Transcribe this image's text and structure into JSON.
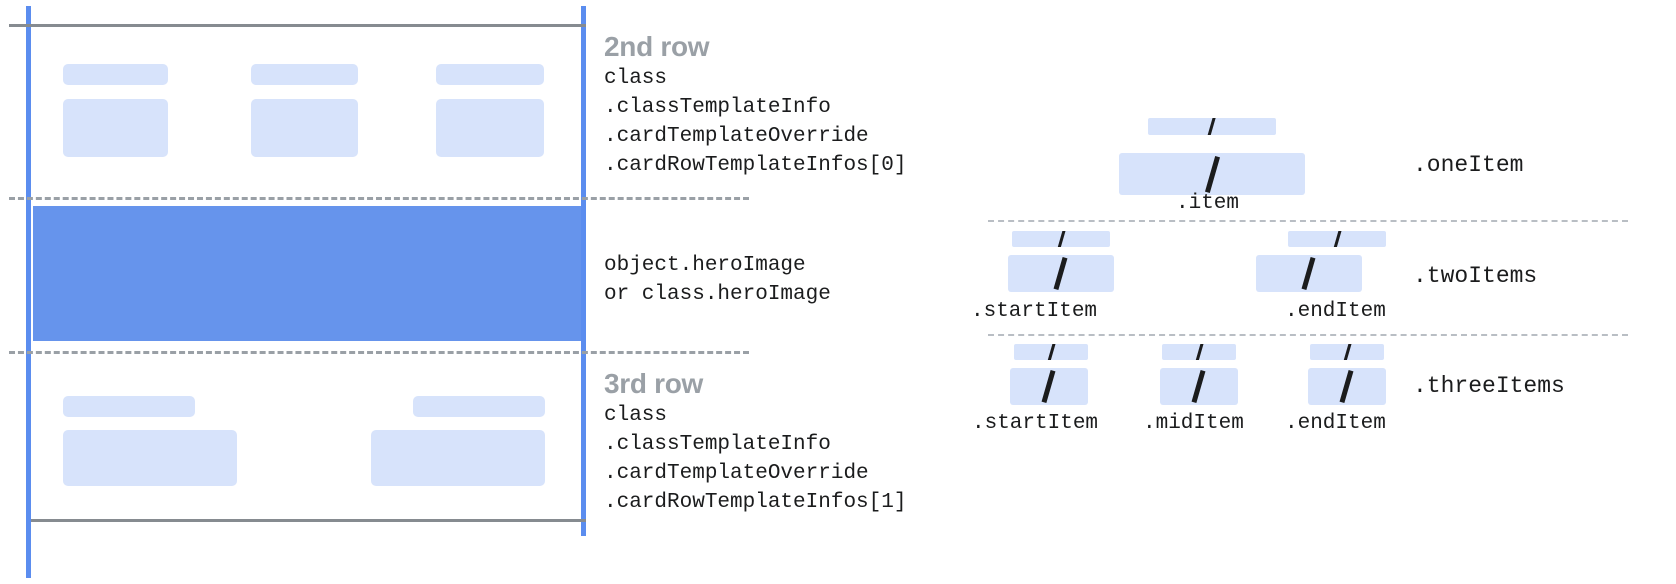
{
  "diagram": {
    "title_color": "#9aa0a6",
    "accent_blue": "#5b8def",
    "hero_blue": "#6694ec",
    "chip_blue": "#d7e3fb",
    "rule_gray": "#868b90",
    "text_color": "#1b1c1d"
  },
  "card": {
    "rows": [
      {
        "id": "second-row",
        "title": "2nd row",
        "code_lines": [
          "class",
          ".classTemplateInfo",
          ".cardTemplateOverride",
          ".cardRowTemplateInfos[0]"
        ],
        "placeholder_columns": 3
      },
      {
        "id": "hero-row",
        "title": "",
        "code_lines": [
          "object.heroImage",
          "or class.heroImage"
        ],
        "placeholder_columns": 0
      },
      {
        "id": "third-row",
        "title": "3rd row",
        "code_lines": [
          "class",
          ".classTemplateInfo",
          ".cardTemplateOverride",
          ".cardRowTemplateInfos[1]"
        ],
        "placeholder_columns": 2
      }
    ]
  },
  "item_variants": [
    {
      "id": "one-item",
      "right_label": ".oneItem",
      "items": [
        {
          "label": ".item",
          "glyph": "/"
        }
      ]
    },
    {
      "id": "two-items",
      "right_label": ".twoItems",
      "items": [
        {
          "label": ".startItem",
          "glyph": "/"
        },
        {
          "label": ".endItem",
          "glyph": "/"
        }
      ]
    },
    {
      "id": "three-items",
      "right_label": ".threeItems",
      "items": [
        {
          "label": ".startItem",
          "glyph": "/"
        },
        {
          "label": ".midItem",
          "glyph": "/"
        },
        {
          "label": ".endItem",
          "glyph": "/"
        }
      ]
    }
  ]
}
